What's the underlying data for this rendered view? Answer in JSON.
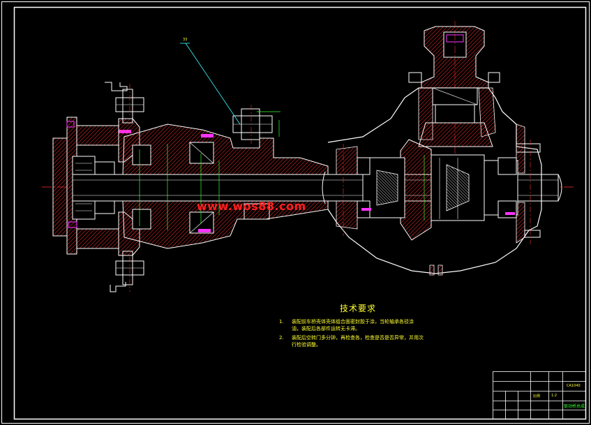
{
  "watermark": "www.wos88.com",
  "tech": {
    "title": "技术要求",
    "items": [
      {
        "num": "1.",
        "line1": "装配前车桥壳体壳体组合面密封胶于涂，当轮轴承各径涂",
        "line2": "油，装配后各部件运转无卡滞。"
      },
      {
        "num": "2.",
        "line1": "装配后空转门多分钟，再检查各，检查是否是否异常，并用次",
        "line2": "行检验调整。"
      }
    ]
  },
  "title_block": {
    "drawing_name": "驱动桥总成",
    "model": "CA1040",
    "scale_label": "比例",
    "scale": "1:2"
  },
  "part_label": "33",
  "colors": {
    "frame": "#ffffff",
    "outline": "#ffffff",
    "hatch": "#ff3030",
    "centerline": "#ff3030",
    "dimension": "#33ff33",
    "leader": "#33ffff",
    "text": "#ffff33",
    "magenta": "#ff33ff"
  }
}
